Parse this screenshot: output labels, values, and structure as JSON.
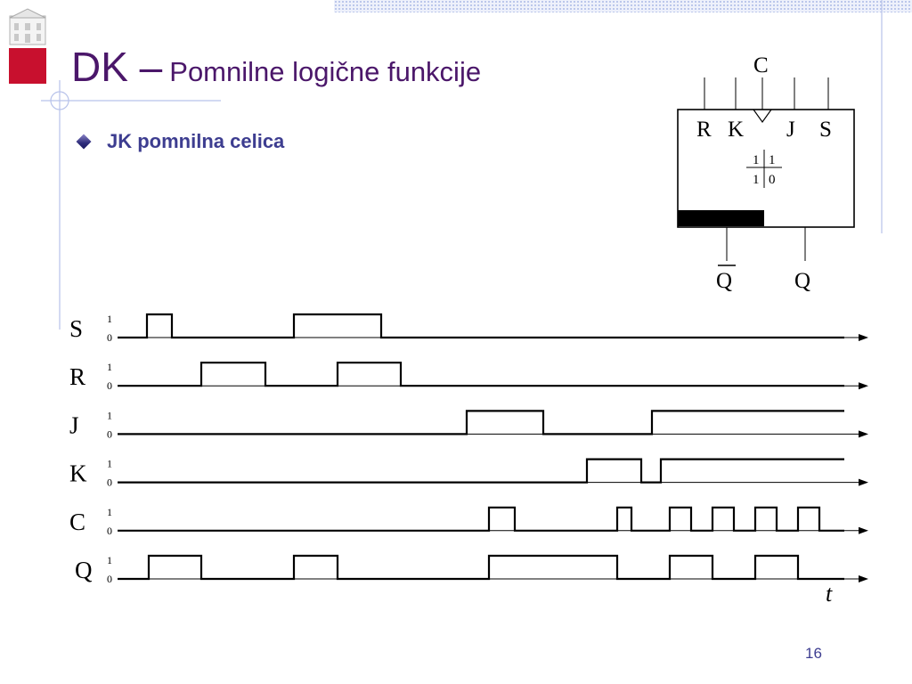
{
  "slide": {
    "title_main": "DK –",
    "title_sub": "Pomnilne logične funkcije",
    "bullet": "JK pomnilna celica",
    "page_number": "16"
  },
  "colors": {
    "title": "#4b176a",
    "bullet_text": "#3d3d90",
    "guide_lines": "#b7c2ea",
    "logo_red": "#c8102e",
    "waveform": "#000000"
  },
  "cell": {
    "clock_label": "C",
    "inputs": [
      "R",
      "K",
      "J",
      "S"
    ],
    "outputs": [
      "Q",
      "Q"
    ],
    "inverted_output_index": 0,
    "internal_values": [
      "1",
      "1",
      "1",
      "0"
    ]
  },
  "timing": {
    "level_high": "1",
    "level_low": "0",
    "time_label": "t",
    "signals": [
      {
        "name": "S",
        "transitions": [
          165,
          193,
          330,
          428
        ],
        "initial": 0
      },
      {
        "name": "R",
        "transitions": [
          226,
          298,
          379,
          450
        ],
        "initial": 0
      },
      {
        "name": "J",
        "transitions": [
          524,
          610,
          732
        ],
        "initial": 0
      },
      {
        "name": "K",
        "transitions": [
          659,
          720,
          742
        ],
        "initial": 0
      },
      {
        "name": "C",
        "transitions": [
          549,
          578,
          693,
          709,
          752,
          776,
          800,
          824,
          848,
          872,
          896,
          920
        ],
        "initial": 0
      },
      {
        "name": "Q",
        "transitions": [
          167,
          226,
          330,
          379,
          549,
          693,
          752,
          800,
          848,
          896
        ],
        "initial": 0
      }
    ]
  }
}
